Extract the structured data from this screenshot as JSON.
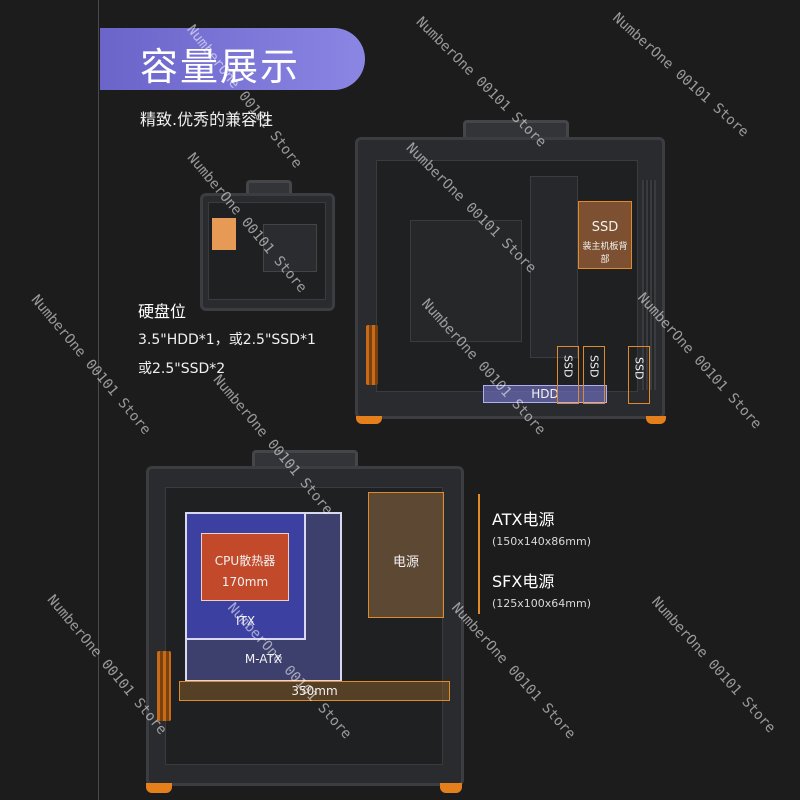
{
  "header": {
    "title": "容量展示",
    "subtitle": "精致.优秀的兼容性"
  },
  "drive_bay": {
    "heading": "硬盘位",
    "line1": "3.5\"HDD*1，或2.5\"SSD*1",
    "line2": "或2.5\"SSD*2"
  },
  "top_diagram": {
    "ssd_label": "SSD",
    "ssd_sub": "装主机板背部",
    "hdd_label": "HDD",
    "ssd_vert_1": "SSD",
    "ssd_vert_2": "SSD",
    "ssd_vert_3": "SSD"
  },
  "bottom_diagram": {
    "cpu_label": "CPU散热器",
    "cpu_height": "170mm",
    "itx_label": "ITX",
    "matx_label": "M-ATX",
    "psu_label": "电源",
    "length_label": "350mm"
  },
  "psu_specs": {
    "atx_title": "ATX电源",
    "atx_dim": "(150x140x86mm)",
    "sfx_title": "SFX电源",
    "sfx_dim": "(125x100x64mm)"
  },
  "watermark": {
    "text": "NumberOne 00101 Store"
  },
  "colors": {
    "background": "#1c1c1d",
    "banner": "#7670d6",
    "accent_orange": "#e57f1c",
    "itx_blue": "#3f45a8",
    "matx_blue": "#4a4f9e",
    "cpu_red": "#c24a2a"
  }
}
